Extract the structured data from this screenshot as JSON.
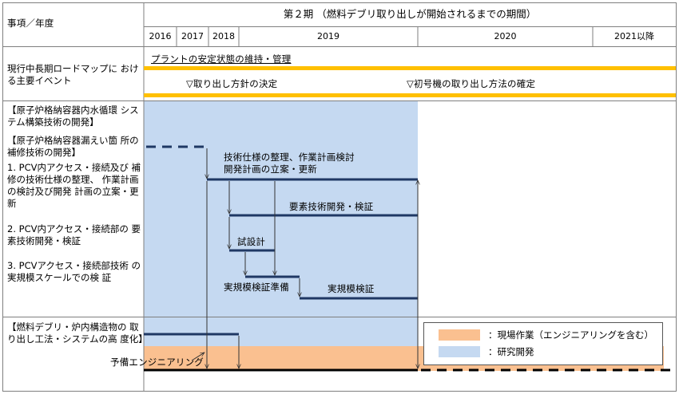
{
  "header": {
    "corner_label": "事項／年度",
    "period_title": "第２期 （燃料デブリ取り出しが開始されるまでの期間）",
    "years": [
      "2016",
      "2017",
      "2018",
      "2019",
      "2020",
      "2021以降"
    ]
  },
  "roadmap": {
    "row_label": "現行中長期ロードマップに おける主要イベント",
    "bar_text": "プラントの安定状態の維持・管理",
    "milestone_1": "▽取り出し方針の決定",
    "milestone_2": "▽初号機の取り出し方法の確定"
  },
  "sections": {
    "s1": "【原子炉格納容器内水循環 システム構築技術の開発】",
    "s2": "【原子炉格納容器漏えい箇 所の補修技術の開発】",
    "s2_item1": "1. PCV内アクセス・接続及び 補修の技術仕様の整理、 作業計画の検討及び開発 計画の立案・更新",
    "s2_item2": "2. PCV内アクセス・接続部の 要素技術開発・検証",
    "s2_item3": "3. PCVアクセス・接続部技術 の実規模スケールでの検 証",
    "s3": "【燃料デブリ・炉内構造物の 取り出し工法・システムの高 度化】"
  },
  "tasks": {
    "t1_line1": "技術仕様の整理、作業計画検討",
    "t1_line2": "開発計画の立案・更新",
    "t2": "要素技術開発・検証",
    "t3": "試設計",
    "t4": "実規模検証準備",
    "t5": "実規模検証",
    "t6": "予備エンジニアリング"
  },
  "legend": {
    "field_work": "：現場作業（エンジニアリングを含む）",
    "research": "：研究開発"
  },
  "colors": {
    "research_fill": "#c5d9f1",
    "field_fill": "#fac090",
    "roadmap_bar": "#ffc000",
    "task_line": "#1f3864",
    "grid": "#7f7f7f"
  }
}
